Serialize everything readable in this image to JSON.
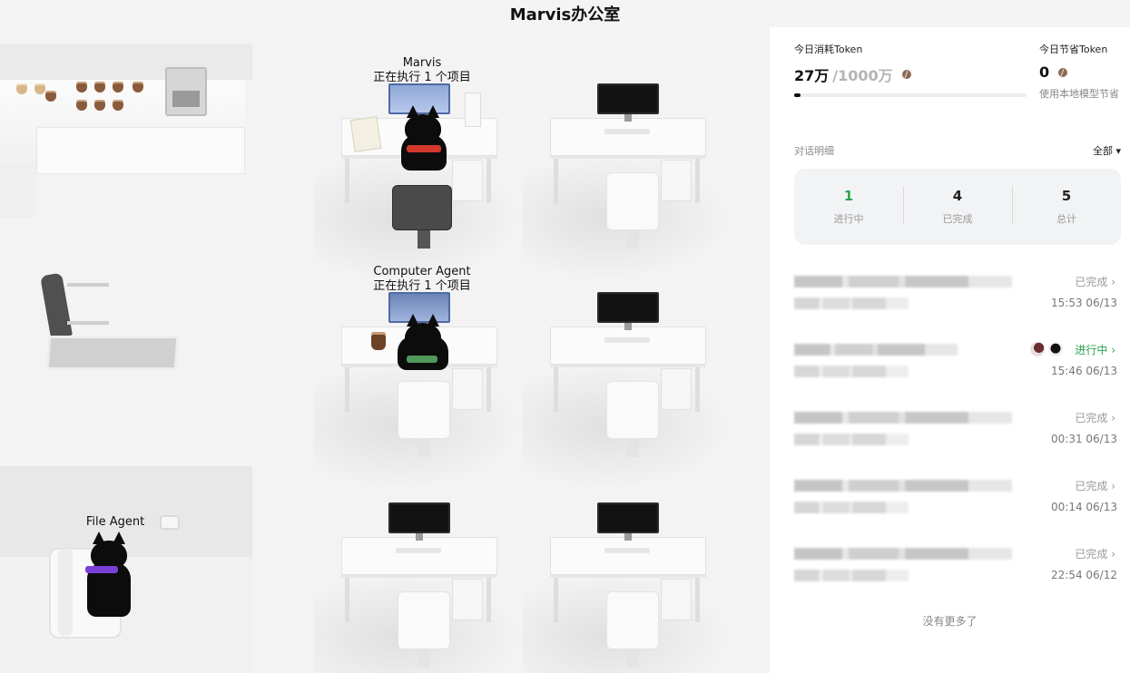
{
  "app": {
    "title": "Marvis办公室"
  },
  "office": {
    "agents": [
      {
        "name": "Marvis",
        "status": "正在执行 1 个项目",
        "collar_color": "#d33a2c"
      },
      {
        "name": "Computer Agent",
        "status": "正在执行 1 个项目",
        "collar_color": "#4f9a5a"
      },
      {
        "name": "File Agent",
        "status": "",
        "collar_color": "#7a3fd6"
      }
    ]
  },
  "panel": {
    "consumed": {
      "label": "今日消耗Token",
      "value": "27万",
      "limit": "/1000万",
      "progress": 0.027,
      "icon": "coffee-bean-icon"
    },
    "saved": {
      "label": "今日节省Token",
      "value": "0",
      "note": "使用本地模型节省",
      "icon": "coffee-bean-icon"
    },
    "details": {
      "label": "对话明细",
      "filter": "全部 ▾"
    },
    "stats": [
      {
        "value": "1",
        "label": "进行中",
        "accent": "#2ea44f"
      },
      {
        "value": "4",
        "label": "已完成"
      },
      {
        "value": "5",
        "label": "总计"
      }
    ],
    "conversations": [
      {
        "status": "已完成 ›",
        "time": "15:53 06/13",
        "state": "done"
      },
      {
        "status": "进行中 ›",
        "time": "15:46 06/13",
        "state": "active"
      },
      {
        "status": "已完成 ›",
        "time": "00:31 06/13",
        "state": "done"
      },
      {
        "status": "已完成 ›",
        "time": "00:14 06/13",
        "state": "done"
      },
      {
        "status": "已完成 ›",
        "time": "22:54 06/12",
        "state": "done"
      }
    ],
    "no_more": "没有更多了"
  }
}
